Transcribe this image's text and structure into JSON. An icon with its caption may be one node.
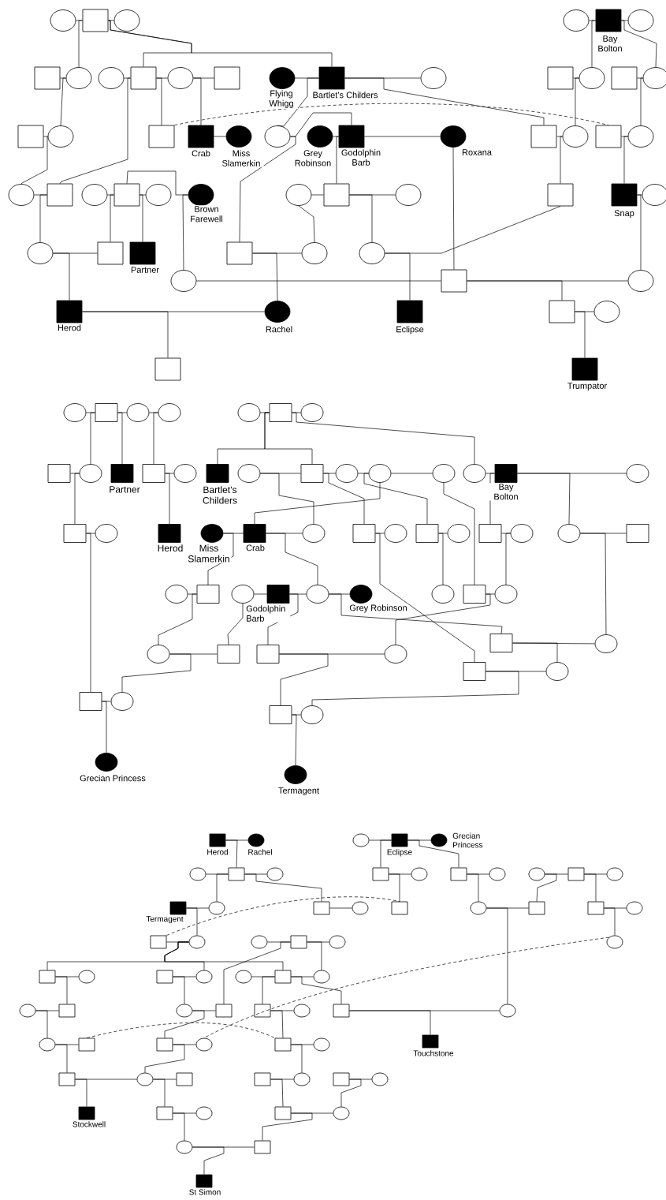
{
  "diagram": {
    "nodes": [
      {
        "text": [],
        "shape": "circle"
      },
      {
        "text": [],
        "shape": "box"
      },
      {
        "text": [],
        "shape": "circle"
      },
      {
        "text": [],
        "shape": "circle"
      },
      {
        "text": [],
        "shape": "box",
        "beside": [
          "Bay Bolton"
        ]
      },
      {
        "text": [],
        "shape": "circle"
      },
      {
        "text": [],
        "shape": "box"
      },
      {
        "text": [],
        "shape": "circle"
      },
      {
        "text": [],
        "shape": "circle"
      },
      {
        "text": [],
        "shape": "box"
      },
      {
        "text": [],
        "shape": "circle"
      },
      {
        "text": [],
        "shape": "box"
      },
      {
        "text": [],
        "shape": "circle",
        "beside": [
          "Flying Whigg"
        ]
      },
      {
        "text": [],
        "shape": "box",
        "beside": [
          "Bartlet’s Childers"
        ]
      },
      {
        "text": [],
        "shape": "circle"
      },
      {
        "text": [],
        "shape": "box"
      },
      {
        "text": [],
        "shape": "circle"
      },
      {
        "text": [],
        "shape": "box"
      },
      {
        "text": [],
        "shape": "circle"
      },
      {
        "text": [],
        "shape": "box"
      },
      {
        "text": [],
        "shape": "circle"
      },
      {
        "text": [],
        "shape": "box"
      },
      {
        "text": [],
        "shape": "box",
        "beside": [
          "Crab"
        ]
      },
      {
        "text": [],
        "shape": "circle",
        "beside": [
          "Miss Slamerkin"
        ]
      },
      {
        "text": [],
        "shape": "circle"
      },
      {
        "text": [],
        "shape": "circle",
        "beside": [
          "Grey Robinson"
        ]
      },
      {
        "text": [],
        "shape": "box",
        "beside": [
          "Godolphin Barb"
        ]
      },
      {
        "text": [],
        "shape": "circle",
        "beside": [
          "Roxana"
        ]
      },
      {
        "text": [],
        "shape": "box"
      },
      {
        "text": [],
        "shape": "circle"
      },
      {
        "text": [],
        "shape": "box"
      },
      {
        "text": [],
        "shape": "circle"
      },
      {
        "text": [],
        "shape": "circle"
      },
      {
        "text": [],
        "shape": "box"
      },
      {
        "text": [],
        "shape": "circle"
      },
      {
        "text": [],
        "shape": "box"
      },
      {
        "text": [],
        "shape": "circle"
      },
      {
        "text": [],
        "shape": "circle",
        "beside": [
          "Brown Farewell"
        ]
      },
      {
        "text": [],
        "shape": "circle"
      },
      {
        "text": [],
        "shape": "box"
      },
      {
        "text": [],
        "shape": "circle"
      },
      {
        "text": [],
        "shape": "box"
      },
      {
        "text": [],
        "shape": "box",
        "beside": [
          "Snap"
        ]
      },
      {
        "text": [],
        "shape": "circle"
      },
      {
        "text": [],
        "shape": "circle"
      },
      {
        "text": [],
        "shape": "box"
      },
      {
        "text": [],
        "shape": "box",
        "beside": [
          "Partner"
        ]
      },
      {
        "text": [],
        "shape": "box"
      },
      {
        "text": [],
        "shape": "circle"
      },
      {
        "text": [],
        "shape": "circle"
      },
      {
        "text": [],
        "shape": "circle"
      },
      {
        "text": [],
        "shape": "box"
      },
      {
        "text": [],
        "shape": "circle"
      },
      {
        "text": [],
        "shape": "box",
        "beside": [
          "Herod"
        ]
      },
      {
        "text": [],
        "shape": "circle",
        "beside": [
          "Rachel"
        ]
      },
      {
        "text": [],
        "shape": "box",
        "beside": [
          "Eclipse"
        ]
      },
      {
        "text": [],
        "shape": "box"
      },
      {
        "text": [],
        "shape": "circle"
      },
      {
        "text": [],
        "shape": "box"
      },
      {
        "text": [],
        "shape": "box",
        "beside": [
          "Trumpator"
        ]
      },
      {
        "text": [],
        "shape": "circle"
      },
      {
        "text": [],
        "shape": "box"
      },
      {
        "text": [],
        "shape": "circle"
      },
      {
        "text": [],
        "shape": "circle"
      },
      {
        "text": [],
        "shape": "circle"
      },
      {
        "text": [],
        "shape": "box"
      },
      {
        "text": [],
        "shape": "circle"
      },
      {
        "text": [],
        "shape": "box"
      },
      {
        "text": [],
        "shape": "circle"
      },
      {
        "text": [],
        "shape": "box",
        "beside": [
          "Partner"
        ]
      },
      {
        "text": [],
        "shape": "box"
      },
      {
        "text": [],
        "shape": "circle"
      },
      {
        "text": [],
        "shape": "box",
        "beside": [
          "Bartlet’s Childers"
        ]
      },
      {
        "text": [],
        "shape": "circle"
      },
      {
        "text": [],
        "shape": "box"
      },
      {
        "text": [],
        "shape": "circle"
      },
      {
        "text": [],
        "shape": "circle"
      },
      {
        "text": [],
        "shape": "circle"
      },
      {
        "text": [],
        "shape": "circle"
      },
      {
        "text": [],
        "shape": "box",
        "beside": [
          "Bay Bolton"
        ]
      },
      {
        "text": [],
        "shape": "circle"
      },
      {
        "text": [],
        "shape": "box"
      },
      {
        "text": [],
        "shape": "circle"
      },
      {
        "text": [],
        "shape": "box",
        "beside": [
          "Herod"
        ]
      },
      {
        "text": [],
        "shape": "circle",
        "beside": [
          "Miss Slamerkin"
        ]
      },
      {
        "text": [],
        "shape": "box",
        "beside": [
          "Crab"
        ]
      },
      {
        "text": [],
        "shape": "circle"
      },
      {
        "text": [],
        "shape": "box"
      },
      {
        "text": [],
        "shape": "circle"
      },
      {
        "text": [],
        "shape": "box"
      },
      {
        "text": [],
        "shape": "circle"
      },
      {
        "text": [],
        "shape": "box"
      },
      {
        "text": [],
        "shape": "circle"
      },
      {
        "text": [],
        "shape": "circle"
      },
      {
        "text": [],
        "shape": "box"
      },
      {
        "text": [],
        "shape": "circle"
      },
      {
        "text": [],
        "shape": "box"
      },
      {
        "text": [],
        "shape": "circle"
      },
      {
        "text": [],
        "shape": "box",
        "beside": [
          "Godolphin Barb"
        ]
      },
      {
        "text": [],
        "shape": "circle"
      },
      {
        "text": [],
        "shape": "circle",
        "beside": [
          "Grey Robinson"
        ]
      },
      {
        "text": [],
        "shape": "circle"
      },
      {
        "text": [],
        "shape": "box"
      },
      {
        "text": [],
        "shape": "circle"
      },
      {
        "text": [],
        "shape": "box"
      },
      {
        "text": [],
        "shape": "circle"
      },
      {
        "text": [],
        "shape": "circle"
      },
      {
        "text": [],
        "shape": "box"
      },
      {
        "text": [],
        "shape": "box"
      },
      {
        "text": [],
        "shape": "circle"
      },
      {
        "text": [],
        "shape": "box"
      },
      {
        "text": [],
        "shape": "circle"
      },
      {
        "text": [],
        "shape": "box"
      },
      {
        "text": [],
        "shape": "circle"
      },
      {
        "text": [],
        "shape": "box"
      },
      {
        "text": [],
        "shape": "circle"
      },
      {
        "text": [],
        "shape": "circle",
        "beside": [
          "Grecian Princess"
        ]
      },
      {
        "text": [],
        "shape": "circle",
        "beside": [
          "Termagent"
        ]
      },
      {
        "text": [],
        "shape": "box",
        "beside": [
          "Herod"
        ]
      },
      {
        "text": [],
        "shape": "circle",
        "beside": [
          "Rachel"
        ]
      },
      {
        "text": [],
        "shape": "circle"
      },
      {
        "text": [],
        "shape": "box",
        "beside": [
          "Eclipse"
        ]
      },
      {
        "text": [],
        "shape": "circle",
        "beside": [
          "Grecian Princess"
        ]
      },
      {
        "text": [],
        "shape": "circle"
      },
      {
        "text": [],
        "shape": "box"
      },
      {
        "text": [],
        "shape": "circle"
      },
      {
        "text": [],
        "shape": "box"
      },
      {
        "text": [],
        "shape": "circle"
      },
      {
        "text": [],
        "shape": "box"
      },
      {
        "text": [],
        "shape": "circle"
      },
      {
        "text": [],
        "shape": "circle"
      },
      {
        "text": [],
        "shape": "box"
      },
      {
        "text": [],
        "shape": "circle"
      },
      {
        "text": [],
        "shape": "box",
        "beside": [
          "Termagent"
        ]
      },
      {
        "text": [],
        "shape": "circle"
      },
      {
        "text": [],
        "shape": "box"
      },
      {
        "text": [],
        "shape": "circle"
      },
      {
        "text": [],
        "shape": "box"
      },
      {
        "text": [],
        "shape": "circle"
      },
      {
        "text": [],
        "shape": "box"
      },
      {
        "text": [],
        "shape": "box"
      },
      {
        "text": [],
        "shape": "circle"
      },
      {
        "text": [],
        "shape": "box"
      },
      {
        "text": [],
        "shape": "circle"
      },
      {
        "text": [],
        "shape": "circle"
      },
      {
        "text": [],
        "shape": "box"
      },
      {
        "text": [],
        "shape": "circle"
      },
      {
        "text": [],
        "shape": "circle"
      },
      {
        "text": [],
        "shape": "box"
      },
      {
        "text": [],
        "shape": "circle"
      },
      {
        "text": [],
        "shape": "box"
      },
      {
        "text": [],
        "shape": "circle"
      },
      {
        "text": [],
        "shape": "circle"
      },
      {
        "text": [],
        "shape": "box"
      },
      {
        "text": [],
        "shape": "circle"
      },
      {
        "text": [],
        "shape": "circle"
      },
      {
        "text": [],
        "shape": "box"
      },
      {
        "text": [],
        "shape": "circle"
      },
      {
        "text": [],
        "shape": "box"
      },
      {
        "text": [],
        "shape": "box"
      },
      {
        "text": [],
        "shape": "circle"
      },
      {
        "text": [],
        "shape": "box"
      },
      {
        "text": [],
        "shape": "circle"
      },
      {
        "text": [],
        "shape": "circle"
      },
      {
        "text": [],
        "shape": "box"
      },
      {
        "text": [],
        "shape": "box"
      },
      {
        "text": [],
        "shape": "circle"
      },
      {
        "text": [],
        "shape": "box"
      },
      {
        "text": [],
        "shape": "circle"
      },
      {
        "text": [],
        "shape": "box",
        "beside": [
          "Touchstone"
        ]
      },
      {
        "text": [],
        "shape": "box"
      },
      {
        "text": [],
        "shape": "circle"
      },
      {
        "text": [],
        "shape": "box"
      },
      {
        "text": [],
        "shape": "box"
      },
      {
        "text": [],
        "shape": "circle"
      },
      {
        "text": [],
        "shape": "box"
      },
      {
        "text": [],
        "shape": "circle"
      },
      {
        "text": [],
        "shape": "box",
        "beside": [
          "Stockwell"
        ]
      },
      {
        "text": [],
        "shape": "box"
      },
      {
        "text": [],
        "shape": "circle"
      },
      {
        "text": [],
        "shape": "box"
      },
      {
        "text": [],
        "shape": "circle"
      },
      {
        "text": [],
        "shape": "circle"
      },
      {
        "text": [],
        "shape": "box"
      },
      {
        "text": [],
        "shape": "box",
        "beside": [
          "St Simon"
        ]
      }
    ],
    "edges": [
      {
        "from": 0,
        "to": 1,
        "arrow": "none"
      },
      {
        "from": 1,
        "to": 2,
        "arrow": "none"
      },
      {
        "from": 3,
        "to": 4,
        "arrow": "none"
      },
      {
        "from": 4,
        "to": 5,
        "arrow": "none"
      },
      {
        "from": 1,
        "to": 7,
        "arrow": "none"
      },
      {
        "from": 1,
        "to": 9,
        "arrow": "none"
      },
      {
        "from": 1,
        "to": 13,
        "arrow": "none"
      },
      {
        "from": 4,
        "to": 16,
        "arrow": "none"
      },
      {
        "from": 4,
        "to": 18,
        "arrow": "none"
      },
      {
        "from": 6,
        "to": 7,
        "arrow": "none"
      },
      {
        "from": 8,
        "to": 9,
        "arrow": "none"
      },
      {
        "from": 9,
        "to": 10,
        "arrow": "none"
      },
      {
        "from": 10,
        "to": 11,
        "arrow": "none"
      },
      {
        "from": 12,
        "to": 13,
        "arrow": "none"
      },
      {
        "from": 13,
        "to": 14,
        "arrow": "none"
      },
      {
        "from": 15,
        "to": 16,
        "arrow": "none"
      },
      {
        "from": 17,
        "to": 18,
        "arrow": "none"
      },
      {
        "from": 7,
        "to": 20,
        "arrow": "none"
      },
      {
        "from": 9,
        "to": 21,
        "arrow": "none"
      },
      {
        "from": 10,
        "to": 22,
        "arrow": "none"
      },
      {
        "from": 13,
        "to": 24,
        "arrow": "none"
      },
      {
        "from": 13,
        "to": 28,
        "arrow": "none"
      },
      {
        "from": 16,
        "to": 29,
        "arrow": "none"
      },
      {
        "from": 18,
        "to": 31,
        "arrow": "none"
      },
      {
        "from": 21,
        "to": 30,
        "arrow": "none",
        "style": "dashed"
      },
      {
        "from": 19,
        "to": 20,
        "arrow": "none"
      },
      {
        "from": 22,
        "to": 23,
        "arrow": "none"
      },
      {
        "from": 24,
        "to": 26,
        "arrow": "none"
      },
      {
        "from": 25,
        "to": 26,
        "arrow": "none"
      },
      {
        "from": 26,
        "to": 27,
        "arrow": "none"
      },
      {
        "from": 28,
        "to": 29,
        "arrow": "none"
      },
      {
        "from": 30,
        "to": 31,
        "arrow": "none"
      },
      {
        "from": 20,
        "to": 32,
        "arrow": "none"
      },
      {
        "from": 9,
        "to": 33,
        "arrow": "none"
      },
      {
        "from": 24,
        "to": 47,
        "arrow": "none"
      },
      {
        "from": 26,
        "to": 39,
        "arrow": "none"
      },
      {
        "from": 27,
        "to": 51,
        "arrow": "none"
      },
      {
        "from": 29,
        "to": 41,
        "arrow": "none"
      },
      {
        "from": 31,
        "to": 42,
        "arrow": "none"
      },
      {
        "from": 32,
        "to": 33,
        "arrow": "none"
      },
      {
        "from": 34,
        "to": 35,
        "arrow": "none"
      },
      {
        "from": 35,
        "to": 36,
        "arrow": "none"
      },
      {
        "from": 35,
        "to": 37,
        "arrow": "none"
      },
      {
        "from": 38,
        "to": 39,
        "arrow": "none"
      },
      {
        "from": 39,
        "to": 40,
        "arrow": "none"
      },
      {
        "from": 42,
        "to": 43,
        "arrow": "none"
      },
      {
        "from": 33,
        "to": 44,
        "arrow": "none"
      },
      {
        "from": 35,
        "to": 45,
        "arrow": "none"
      },
      {
        "from": 35,
        "to": 46,
        "arrow": "none"
      },
      {
        "from": 37,
        "to": 50,
        "arrow": "none"
      },
      {
        "from": 38,
        "to": 48,
        "arrow": "none"
      },
      {
        "from": 39,
        "to": 49,
        "arrow": "none"
      },
      {
        "from": 44,
        "to": 45,
        "arrow": "none"
      },
      {
        "from": 47,
        "to": 48,
        "arrow": "none"
      },
      {
        "from": 49,
        "to": 41,
        "arrow": "none"
      },
      {
        "from": 42,
        "to": 52,
        "arrow": "none"
      },
      {
        "from": 50,
        "to": 51,
        "arrow": "none"
      },
      {
        "from": 51,
        "to": 52,
        "arrow": "none"
      },
      {
        "from": 44,
        "to": 53,
        "arrow": "none"
      },
      {
        "from": 47,
        "to": 54,
        "arrow": "none"
      },
      {
        "from": 49,
        "to": 55,
        "arrow": "none"
      },
      {
        "from": 51,
        "to": 56,
        "arrow": "none"
      },
      {
        "from": 53,
        "to": 54,
        "arrow": "none"
      },
      {
        "from": 56,
        "to": 57,
        "arrow": "none"
      },
      {
        "from": 53,
        "to": 58,
        "arrow": "none"
      },
      {
        "from": 56,
        "to": 59,
        "arrow": "none"
      },
      {
        "from": 60,
        "to": 61,
        "arrow": "none"
      },
      {
        "from": 61,
        "to": 62,
        "arrow": "none"
      },
      {
        "from": 62,
        "to": 63,
        "arrow": "none"
      },
      {
        "from": 64,
        "to": 65,
        "arrow": "none"
      },
      {
        "from": 65,
        "to": 66,
        "arrow": "none"
      },
      {
        "from": 61,
        "to": 68,
        "arrow": "none"
      },
      {
        "from": 61,
        "to": 69,
        "arrow": "none"
      },
      {
        "from": 63,
        "to": 70,
        "arrow": "none"
      },
      {
        "from": 65,
        "to": 72,
        "arrow": "none"
      },
      {
        "from": 65,
        "to": 74,
        "arrow": "none"
      },
      {
        "from": 65,
        "to": 78,
        "arrow": "none"
      },
      {
        "from": 67,
        "to": 68,
        "arrow": "none"
      },
      {
        "from": 70,
        "to": 71,
        "arrow": "none"
      },
      {
        "from": 73,
        "to": 74,
        "arrow": "none"
      },
      {
        "from": 74,
        "to": 75,
        "arrow": "none"
      },
      {
        "from": 75,
        "to": 76,
        "arrow": "none"
      },
      {
        "from": 76,
        "to": 77,
        "arrow": "none"
      },
      {
        "from": 78,
        "to": 79,
        "arrow": "none"
      },
      {
        "from": 79,
        "to": 80,
        "arrow": "none"
      },
      {
        "from": 68,
        "to": 81,
        "arrow": "none"
      },
      {
        "from": 70,
        "to": 83,
        "arrow": "none"
      },
      {
        "from": 73,
        "to": 86,
        "arrow": "none"
      },
      {
        "from": 74,
        "to": 87,
        "arrow": "none"
      },
      {
        "from": 76,
        "to": 85,
        "arrow": "none"
      },
      {
        "from": 76,
        "to": 89,
        "arrow": "none"
      },
      {
        "from": 79,
        "to": 91,
        "arrow": "none"
      },
      {
        "from": 79,
        "to": 93,
        "arrow": "none"
      },
      {
        "from": 81,
        "to": 82,
        "arrow": "none"
      },
      {
        "from": 84,
        "to": 85,
        "arrow": "none"
      },
      {
        "from": 85,
        "to": 86,
        "arrow": "none"
      },
      {
        "from": 87,
        "to": 88,
        "arrow": "none"
      },
      {
        "from": 89,
        "to": 90,
        "arrow": "none"
      },
      {
        "from": 91,
        "to": 92,
        "arrow": "none"
      },
      {
        "from": 93,
        "to": 94,
        "arrow": "none"
      },
      {
        "from": 84,
        "to": 96,
        "arrow": "none"
      },
      {
        "from": 85,
        "to": 99,
        "arrow": "none"
      },
      {
        "from": 77,
        "to": 102,
        "arrow": "none"
      },
      {
        "from": 89,
        "to": 101,
        "arrow": "none"
      },
      {
        "from": 92,
        "to": 103,
        "arrow": "none"
      },
      {
        "from": 95,
        "to": 96,
        "arrow": "none"
      },
      {
        "from": 97,
        "to": 98,
        "arrow": "none"
      },
      {
        "from": 98,
        "to": 99,
        "arrow": "none"
      },
      {
        "from": 99,
        "to": 100,
        "arrow": "none"
      },
      {
        "from": 102,
        "to": 103,
        "arrow": "none"
      },
      {
        "from": 99,
        "to": 104,
        "arrow": "none"
      },
      {
        "from": 93,
        "to": 105,
        "arrow": "none"
      },
      {
        "from": 96,
        "to": 106,
        "arrow": "none"
      },
      {
        "from": 97,
        "to": 107,
        "arrow": "none"
      },
      {
        "from": 98,
        "to": 108,
        "arrow": "none"
      },
      {
        "from": 102,
        "to": 109,
        "arrow": "none"
      },
      {
        "from": 87,
        "to": 110,
        "arrow": "none"
      },
      {
        "from": 104,
        "to": 105,
        "arrow": "none"
      },
      {
        "from": 104,
        "to": 111,
        "arrow": "none"
      },
      {
        "from": 106,
        "to": 107,
        "arrow": "none"
      },
      {
        "from": 108,
        "to": 109,
        "arrow": "none"
      },
      {
        "from": 110,
        "to": 111,
        "arrow": "none"
      },
      {
        "from": 106,
        "to": 113,
        "arrow": "none"
      },
      {
        "from": 110,
        "to": 115,
        "arrow": "none"
      },
      {
        "from": 108,
        "to": 114,
        "arrow": "none"
      },
      {
        "from": 81,
        "to": 112,
        "arrow": "none"
      },
      {
        "from": 112,
        "to": 113,
        "arrow": "none"
      },
      {
        "from": 114,
        "to": 115,
        "arrow": "none"
      },
      {
        "from": 112,
        "to": 116,
        "arrow": "none"
      },
      {
        "from": 114,
        "to": 117,
        "arrow": "none"
      },
      {
        "from": 118,
        "to": 119,
        "arrow": "none"
      },
      {
        "from": 120,
        "to": 121,
        "arrow": "none"
      },
      {
        "from": 121,
        "to": 122,
        "arrow": "none"
      },
      {
        "from": 118,
        "to": 124,
        "arrow": "none"
      },
      {
        "from": 121,
        "to": 126,
        "arrow": "none"
      },
      {
        "from": 121,
        "to": 128,
        "arrow": "none"
      },
      {
        "from": 123,
        "to": 124,
        "arrow": "none"
      },
      {
        "from": 124,
        "to": 125,
        "arrow": "none"
      },
      {
        "from": 126,
        "to": 127,
        "arrow": "none"
      },
      {
        "from": 128,
        "to": 129,
        "arrow": "none"
      },
      {
        "from": 130,
        "to": 131,
        "arrow": "none"
      },
      {
        "from": 131,
        "to": 132,
        "arrow": "none"
      },
      {
        "from": 124,
        "to": 134,
        "arrow": "none"
      },
      {
        "from": 124,
        "to": 135,
        "arrow": "none"
      },
      {
        "from": 126,
        "to": 137,
        "arrow": "none"
      },
      {
        "from": 128,
        "to": 138,
        "arrow": "none"
      },
      {
        "from": 130,
        "to": 139,
        "arrow": "none"
      },
      {
        "from": 131,
        "to": 140,
        "arrow": "none"
      },
      {
        "from": 133,
        "to": 134,
        "arrow": "none"
      },
      {
        "from": 135,
        "to": 136,
        "arrow": "none"
      },
      {
        "from": 138,
        "to": 139,
        "arrow": "none"
      },
      {
        "from": 140,
        "to": 141,
        "arrow": "none"
      },
      {
        "from": 142,
        "to": 137,
        "arrow": "none",
        "style": "dashed"
      },
      {
        "from": 133,
        "to": 143,
        "arrow": "none"
      },
      {
        "from": 140,
        "to": 147,
        "arrow": "none"
      },
      {
        "from": 142,
        "to": 143,
        "arrow": "none"
      },
      {
        "from": 144,
        "to": 145,
        "arrow": "none"
      },
      {
        "from": 145,
        "to": 146,
        "arrow": "none"
      },
      {
        "from": 143,
        "to": 148,
        "arrow": "none"
      },
      {
        "from": 143,
        "to": 151,
        "arrow": "none"
      },
      {
        "from": 143,
        "to": 153,
        "arrow": "none"
      },
      {
        "from": 145,
        "to": 154,
        "arrow": "none"
      },
      {
        "from": 145,
        "to": 158,
        "arrow": "none"
      },
      {
        "from": 148,
        "to": 149,
        "arrow": "none"
      },
      {
        "from": 150,
        "to": 151,
        "arrow": "none"
      },
      {
        "from": 152,
        "to": 153,
        "arrow": "none"
      },
      {
        "from": 153,
        "to": 154,
        "arrow": "none"
      },
      {
        "from": 148,
        "to": 156,
        "arrow": "none"
      },
      {
        "from": 150,
        "to": 157,
        "arrow": "none"
      },
      {
        "from": 153,
        "to": 159,
        "arrow": "none"
      },
      {
        "from": 153,
        "to": 161,
        "arrow": "none"
      },
      {
        "from": 138,
        "to": 162,
        "arrow": "none"
      },
      {
        "from": 155,
        "to": 156,
        "arrow": "none"
      },
      {
        "from": 157,
        "to": 158,
        "arrow": "none"
      },
      {
        "from": 159,
        "to": 160,
        "arrow": "none"
      },
      {
        "from": 161,
        "to": 162,
        "arrow": "none"
      },
      {
        "from": 155,
        "to": 163,
        "arrow": "none"
      },
      {
        "from": 157,
        "to": 165,
        "arrow": "none"
      },
      {
        "from": 159,
        "to": 167,
        "arrow": "none"
      },
      {
        "from": 147,
        "to": 166,
        "arrow": "none",
        "style": "dashed"
      },
      {
        "from": 164,
        "to": 167,
        "arrow": "none",
        "style": "dashed"
      },
      {
        "from": 161,
        "to": 169,
        "arrow": "none"
      },
      {
        "from": 163,
        "to": 164,
        "arrow": "none"
      },
      {
        "from": 165,
        "to": 166,
        "arrow": "none"
      },
      {
        "from": 167,
        "to": 168,
        "arrow": "none"
      },
      {
        "from": 163,
        "to": 170,
        "arrow": "none"
      },
      {
        "from": 165,
        "to": 171,
        "arrow": "none"
      },
      {
        "from": 167,
        "to": 174,
        "arrow": "none"
      },
      {
        "from": 170,
        "to": 171,
        "arrow": "none"
      },
      {
        "from": 171,
        "to": 172,
        "arrow": "none"
      },
      {
        "from": 173,
        "to": 174,
        "arrow": "none"
      },
      {
        "from": 175,
        "to": 176,
        "arrow": "none"
      },
      {
        "from": 170,
        "to": 177,
        "arrow": "none"
      },
      {
        "from": 171,
        "to": 178,
        "arrow": "none"
      },
      {
        "from": 173,
        "to": 180,
        "arrow": "none"
      },
      {
        "from": 175,
        "to": 181,
        "arrow": "none"
      },
      {
        "from": 178,
        "to": 179,
        "arrow": "none"
      },
      {
        "from": 180,
        "to": 181,
        "arrow": "none"
      },
      {
        "from": 178,
        "to": 182,
        "arrow": "none"
      },
      {
        "from": 180,
        "to": 183,
        "arrow": "none"
      },
      {
        "from": 182,
        "to": 183,
        "arrow": "none"
      },
      {
        "from": 182,
        "to": 184,
        "arrow": "none"
      }
    ]
  }
}
